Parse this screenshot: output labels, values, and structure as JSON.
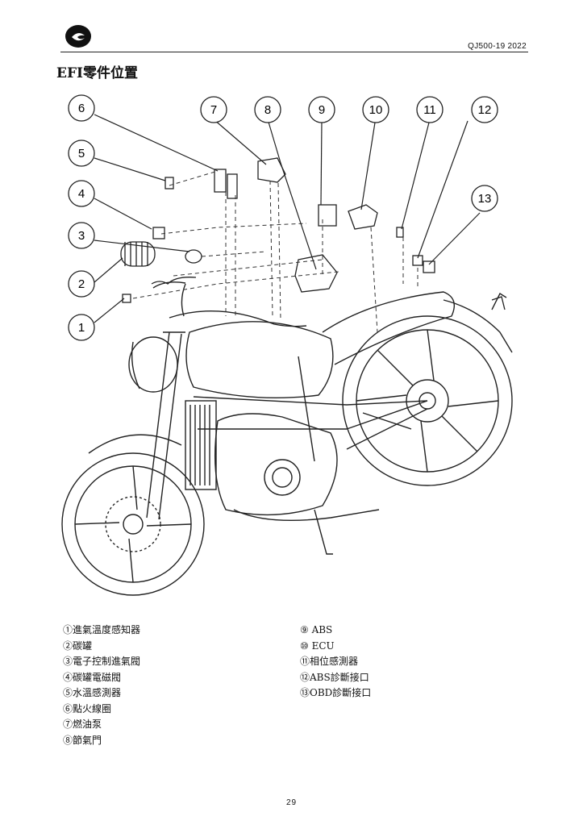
{
  "header": {
    "model_year": "QJ500-19   2022"
  },
  "title": "EFI零件位置",
  "callouts": [
    "1",
    "2",
    "3",
    "4",
    "5",
    "6",
    "7",
    "8",
    "9",
    "10",
    "11",
    "12",
    "13"
  ],
  "legend_left": [
    "①進氣溫度感知器",
    "②碳罐",
    "③電子控制進氣閥",
    "④碳罐電磁閥",
    "⑤水溫感測器",
    "⑥點火線圈",
    "⑦燃油泵",
    "⑧節氣門"
  ],
  "legend_right": [
    "⑨ ABS",
    "⑩ ECU",
    "⑪相位感測器",
    "⑫ABS診斷接口",
    "⑬OBD診斷接口"
  ],
  "footer": {
    "page_number": "29"
  }
}
